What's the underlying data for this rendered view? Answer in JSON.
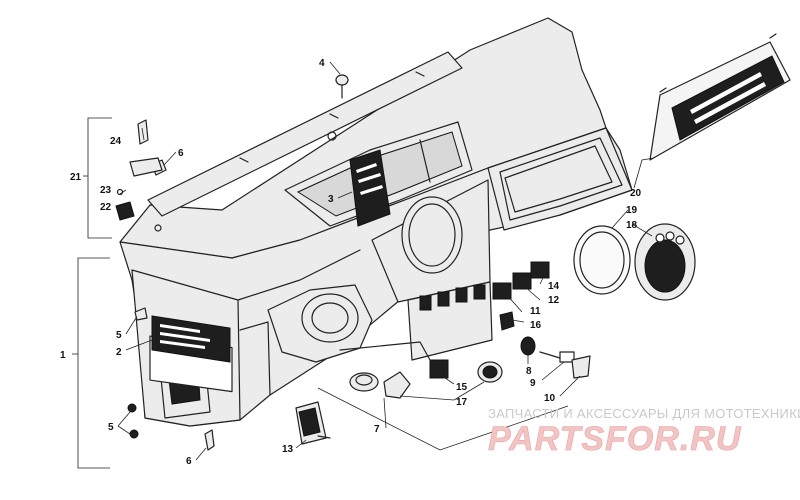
{
  "callouts": {
    "c1": "1",
    "c2": "2",
    "c3": "3",
    "c4": "4",
    "c5a": "5",
    "c5b": "5",
    "c6a": "6",
    "c6b": "6",
    "c7": "7",
    "c8": "8",
    "c9": "9",
    "c10": "10",
    "c11": "11",
    "c12": "12",
    "c13": "13",
    "c14": "14",
    "c15": "15",
    "c16": "16",
    "c17": "17",
    "c18": "18",
    "c19": "19",
    "c20": "20",
    "c21": "21",
    "c22": "22",
    "c23": "23",
    "c24": "24"
  },
  "watermark": {
    "subtitle": "ЗАПЧАСТИ И АКСЕССУАРЫ ДЛЯ МОТОТЕХНИКИ",
    "logo": "PARTSFOR.RU"
  },
  "colors": {
    "line": "#222222",
    "watermark_logo": "#f3c4c4",
    "watermark_text": "#c9c9c9"
  }
}
